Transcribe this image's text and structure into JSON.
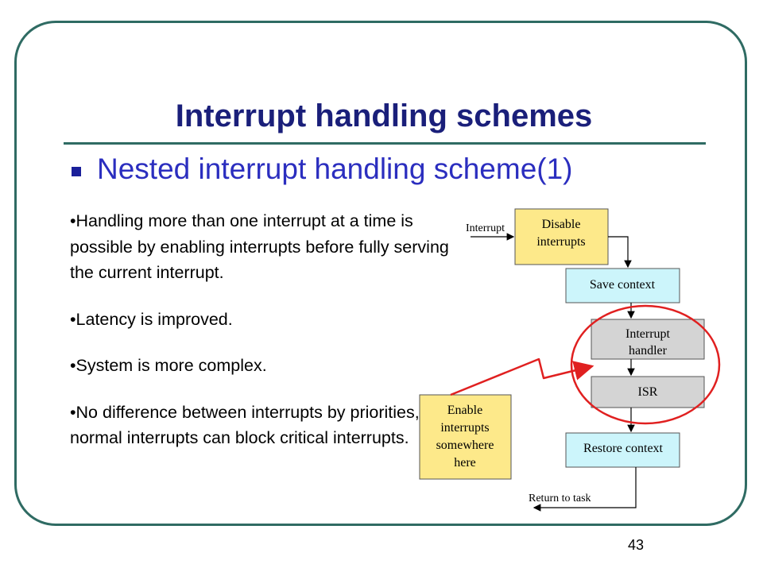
{
  "slide": {
    "title": "Interrupt handling schemes",
    "subtitle": "Nested interrupt handling scheme(1)",
    "points": [
      "•Handling more than one interrupt at a time is possible by enabling interrupts before fully serving the current interrupt.",
      "•Latency is improved.",
      "•System is more complex.",
      "•No difference between interrupts by priorities, so normal interrupts can block critical interrupts."
    ],
    "page_number": "43"
  },
  "diagram": {
    "interrupt_label": "Interrupt",
    "disable_line1": "Disable",
    "disable_line2": "interrupts",
    "save_context": "Save context",
    "handler_line1": "Interrupt",
    "handler_line2": "handler",
    "isr": "ISR",
    "restore_context": "Restore context",
    "return_label": "Return to task",
    "enable_line1": "Enable",
    "enable_line2": "interrupts",
    "enable_line3": "somewhere",
    "enable_line4": "here"
  },
  "colors": {
    "frame": "#2f6b63",
    "title": "#1a1f7a",
    "subtitle": "#2b2ebf",
    "yellow_box": "#fde98a",
    "cyan_box": "#ccf5fb",
    "gray_box": "#d4d4d4",
    "highlight": "#e02020"
  }
}
